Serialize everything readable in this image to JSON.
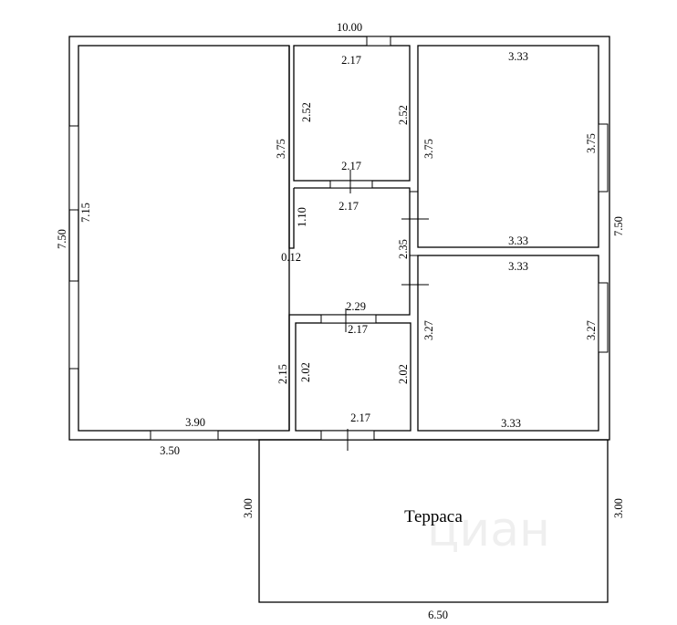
{
  "plan": {
    "terrace_label": "Терраса",
    "watermark": "циан",
    "dimensions": {
      "outer_top_width": "10.00",
      "outer_left_height": "7.50",
      "outer_right_height": "7.50",
      "living_height": "7.15",
      "living_bottom_width": "3.90",
      "window_width": "3.50",
      "partition_height": "3.75",
      "partition_stub_height": "1.10",
      "partition_thickness": "0.12",
      "lower_partition_height": "2.15",
      "room_top_mid_width": "2.17",
      "room_top_mid_left": "2.52",
      "room_top_mid_right": "2.52",
      "room_top_mid_bottom": "2.17",
      "hall_top_width": "2.17",
      "hall_right_height": "2.35",
      "hall_bottom_width": "2.29",
      "room_low_mid_top": "2.17",
      "room_low_mid_left": "2.02",
      "room_low_mid_right": "2.02",
      "room_low_mid_bottom": "2.17",
      "room_top_right_top": "3.33",
      "room_top_right_left": "3.75",
      "room_top_right_right": "3.75",
      "room_top_right_bottom": "3.33",
      "room_low_right_top": "3.33",
      "room_low_right_left": "3.27",
      "room_low_right_right": "3.27",
      "room_low_right_bottom": "3.33",
      "terrace_left": "3.00",
      "terrace_right": "3.00",
      "terrace_bottom": "6.50"
    }
  }
}
